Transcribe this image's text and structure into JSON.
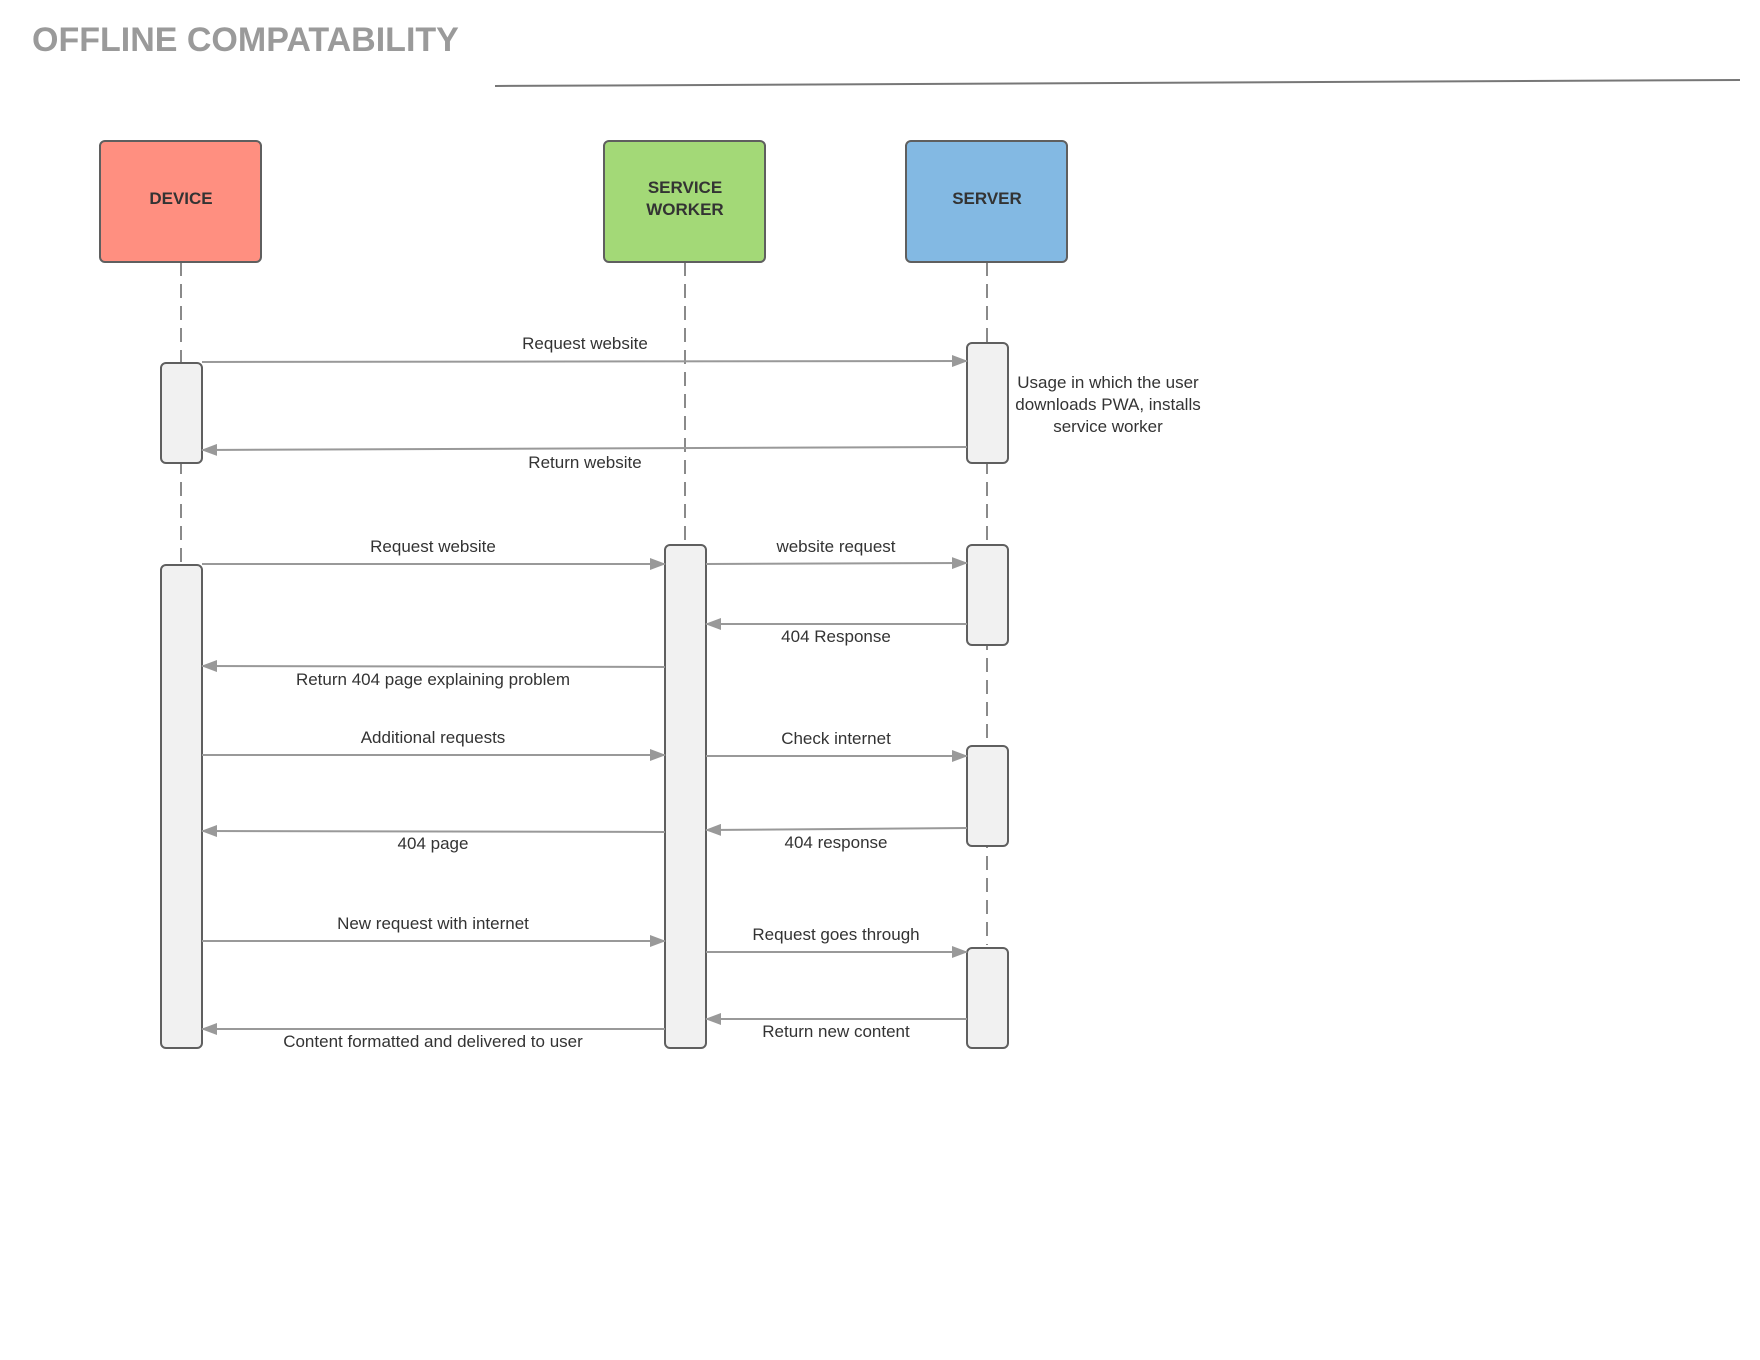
{
  "title": "OFFLINE COMPATABILITY",
  "actors": {
    "device": {
      "label": "DEVICE",
      "color": "#ff8f80"
    },
    "service_worker": {
      "label_line1": "SERVICE",
      "label_line2": "WORKER",
      "color": "#a3d977"
    },
    "server": {
      "label": "SERVER",
      "color": "#83b9e3"
    }
  },
  "messages": {
    "m1": "Request website",
    "m2": "Return website",
    "m3": "Request website",
    "m4": "website request",
    "m5": "404 Response",
    "m6": "Return 404 page explaining problem",
    "m7": "Additional requests",
    "m8": "Check internet",
    "m9": "404 response",
    "m10": "404 page",
    "m11": "New request with internet",
    "m12": "Request goes through",
    "m13": "Return new content",
    "m14": "Content formatted and delivered to user"
  },
  "note": {
    "line1": "Usage in which the user",
    "line2": "downloads PWA, installs",
    "line3": "service worker"
  },
  "colors": {
    "arrow": "#999999",
    "activation_fill": "#f1f1f1",
    "outline": "#5f5f5f"
  }
}
